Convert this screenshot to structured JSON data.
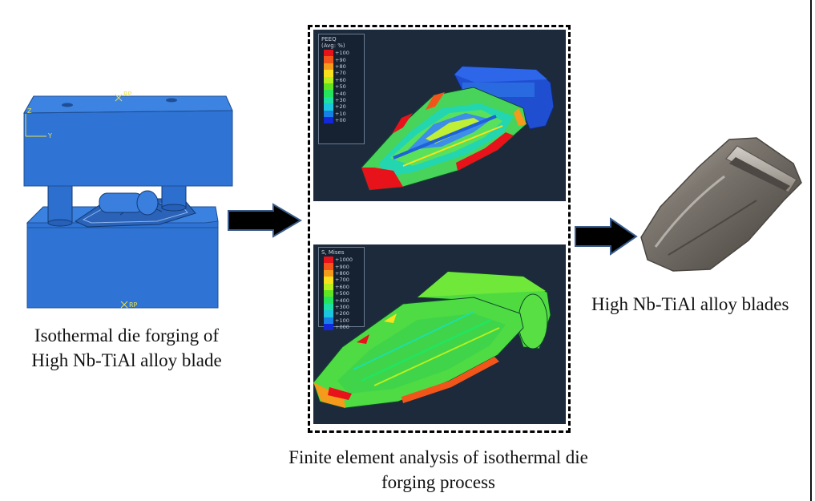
{
  "left": {
    "caption_line1": "Isothermal die forging of",
    "caption_line2": "High Nb-TiAl alloy blade",
    "rp_top": "RP",
    "rp_bottom": "RP",
    "axis_y": "Y"
  },
  "middle": {
    "caption_line1": "Finite element analysis of isothermal die",
    "caption_line2": "forging process",
    "top_panel": {
      "legend_title1": "PEEQ",
      "legend_title2": "(Avg: %)",
      "legend_labels": [
        "+100",
        "+90",
        "+80",
        "+70",
        "+60",
        "+50",
        "+40",
        "+30",
        "+20",
        "+10",
        "+00"
      ],
      "legend_colors": [
        "#e8121b",
        "#f2551a",
        "#f59b1b",
        "#f7e21d",
        "#b6f01f",
        "#62e521",
        "#26e35d",
        "#1ee0a4",
        "#1bc6de",
        "#1780e6",
        "#1228d9"
      ]
    },
    "bottom_panel": {
      "legend_title1": "S, Mises",
      "legend_labels": [
        "+1000",
        "+900",
        "+800",
        "+700",
        "+600",
        "+500",
        "+400",
        "+300",
        "+200",
        "+100",
        "+000"
      ],
      "legend_colors": [
        "#e8121b",
        "#f2551a",
        "#f59b1b",
        "#f7e21d",
        "#b6f01f",
        "#62e521",
        "#26e35d",
        "#1ee0a4",
        "#1bc6de",
        "#1780e6",
        "#1228d9"
      ]
    }
  },
  "right": {
    "caption": "High Nb-TiAl alloy blades"
  },
  "colors": {
    "die_blue": "#2f74d4",
    "arrow": "#000000",
    "panel_bg": "#1d2a3c"
  }
}
